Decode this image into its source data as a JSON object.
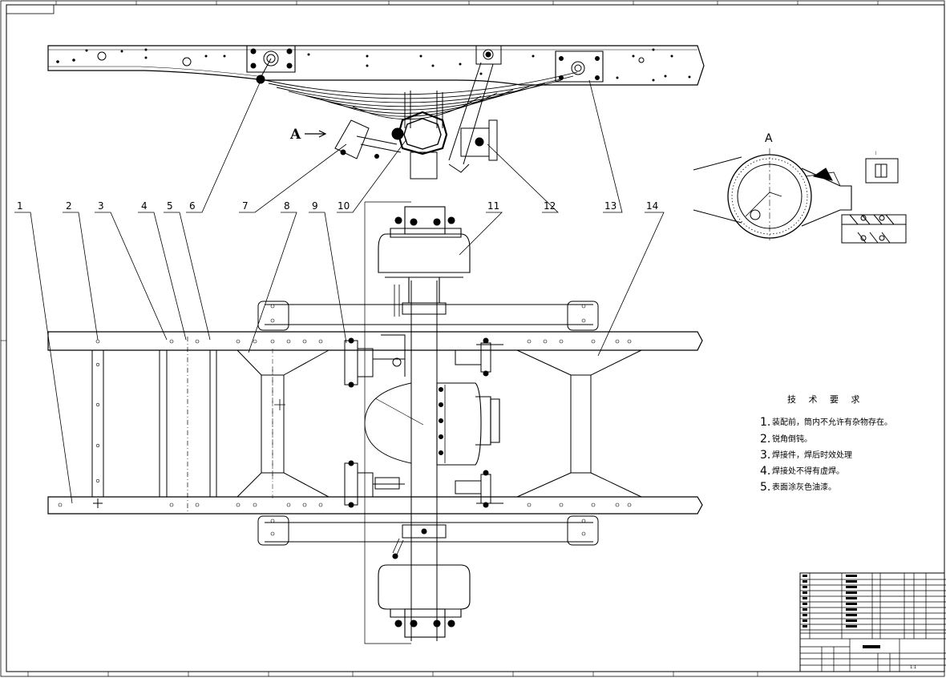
{
  "drawing": {
    "view_label_arrow": "A",
    "detail_view_label": "A"
  },
  "callouts": [
    "1",
    "2",
    "3",
    "4",
    "5",
    "6",
    "7",
    "8",
    "9",
    "10",
    "11",
    "12",
    "13",
    "14"
  ],
  "technical_requirements": {
    "title": "技 术 要 求",
    "items": [
      {
        "num": "1.",
        "text": "装配前，筒内不允许有杂物存在。"
      },
      {
        "num": "2.",
        "text": "锐角倒钝。"
      },
      {
        "num": "3.",
        "text": "焊接件，焊后时效处理"
      },
      {
        "num": "4.",
        "text": "焊接处不得有虚焊。"
      },
      {
        "num": "5.",
        "text": "表面涂灰色油漆。"
      }
    ]
  },
  "title_block": {
    "scale": "1:1"
  },
  "colors": {
    "line": "#000000",
    "paper": "#ffffff"
  }
}
